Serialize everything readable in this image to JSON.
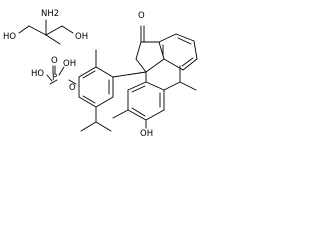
{
  "diagram": {
    "type": "skeletal-chemical-structure",
    "background": "#ffffff",
    "ink_color": "#000000",
    "atom_labels": {
      "amine": "NH2",
      "hydroxyl_left": "HO",
      "hydroxyl_right": "OH",
      "lactone_oxygen": "O",
      "phosphate_oh_upper": "OH",
      "phosphate_ho_left": "HO",
      "phosphorus": "P",
      "phosphate_oxo": "O",
      "aryl_ester_oxygen": "O",
      "phenol_oh": "OH"
    }
  }
}
